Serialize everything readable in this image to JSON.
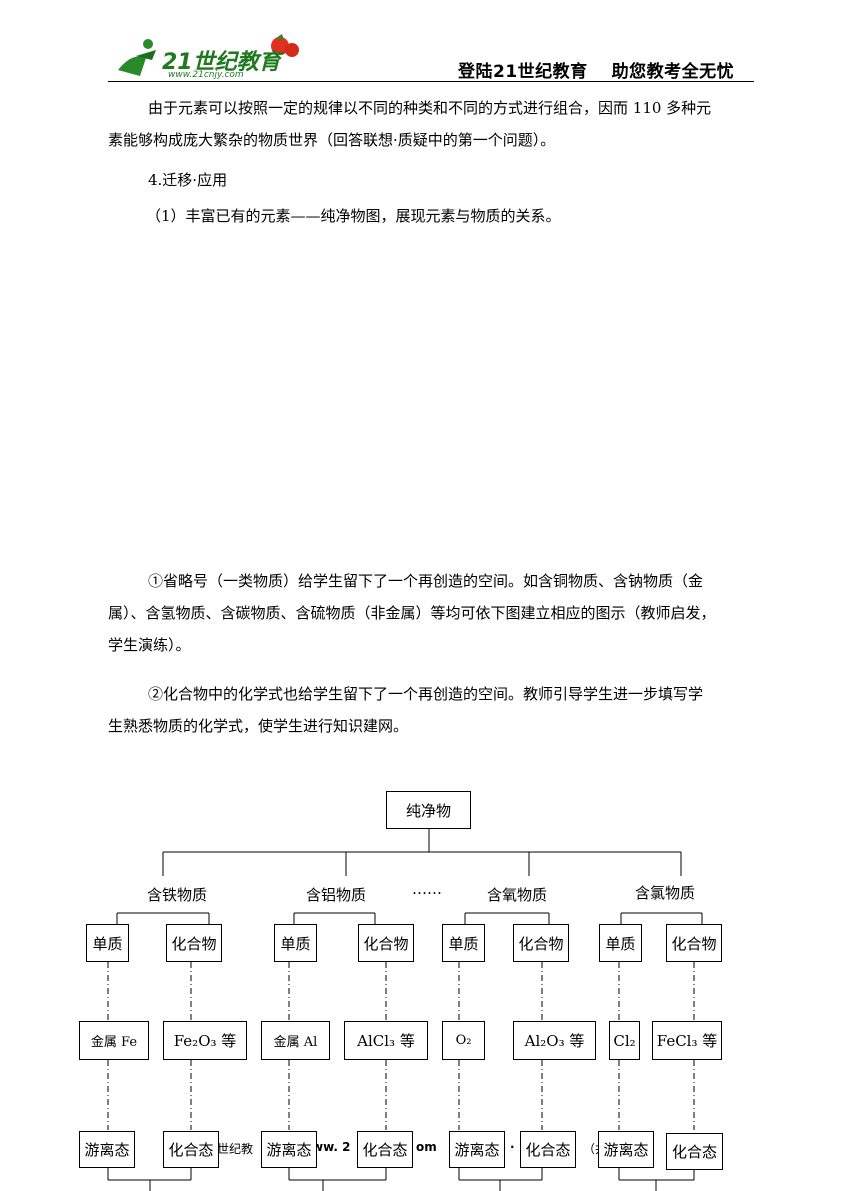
{
  "header": {
    "logo_text": "21世纪教育",
    "logo_url_text": "www.21cnjy.com",
    "title": "登陆21世纪教育　 助您教考全无忧"
  },
  "body": {
    "p1_line1": "由于元素可以按照一定的规律以不同的种类和不同的方式进行组合，因而 110 多种元",
    "p1_line2": "素能够构成庞大繁杂的物质世界（回答联想·质疑中的第一个问题）。",
    "section": "4.迁移·应用",
    "item1": "（1）丰富已有的元素——纯净物图，展现元素与物质的关系。",
    "p2_line1": "①省略号（一类物质）给学生留下了一个再创造的空间。如含铜物质、含钠物质（金",
    "p2_line2": "属）、含氢物质、含碳物质、含硫物质（非金属）等均可依下图建立相应的图示（教师启发，",
    "p2_line3": "学生演练）。",
    "p3_line1": "②化合物中的化学式也给学生留下了一个再创造的空间。教师引导学生进一步填写学",
    "p3_line2": "生熟悉物质的化学式，使学生进行知识建网。"
  },
  "diagram": {
    "root": "纯净物",
    "ellipsis": "……",
    "groups": [
      {
        "name": "含铁物质",
        "simple": "单质",
        "compound": "化合物",
        "simple_example": "金属 Fe",
        "compound_example": "Fe₂O₃ 等",
        "free_state": "游离态",
        "combined_state": "化合态"
      },
      {
        "name": "含铝物质",
        "simple": "单质",
        "compound": "化合物",
        "simple_example": "金属 Al",
        "compound_example": "AlCl₃ 等",
        "free_state": "游离态",
        "combined_state": "化合态"
      },
      {
        "name": "含氧物质",
        "simple": "单质",
        "compound": "化合物",
        "simple_example": "O₂",
        "compound_example": "Al₂O₃ 等",
        "free_state": "游离态",
        "combined_state": "化合态"
      },
      {
        "name": "含氯物质",
        "simple": "单质",
        "compound": "化合物",
        "simple_example": "Cl₂",
        "compound_example": "FeCl₃ 等",
        "free_state": "游离态",
        "combined_state": "化合态"
      }
    ]
  },
  "footer": {
    "seg1": "世纪教",
    "seg2": "ww. 2",
    "seg3": "om",
    "seg4": "·",
    "seg5": "（共"
  }
}
